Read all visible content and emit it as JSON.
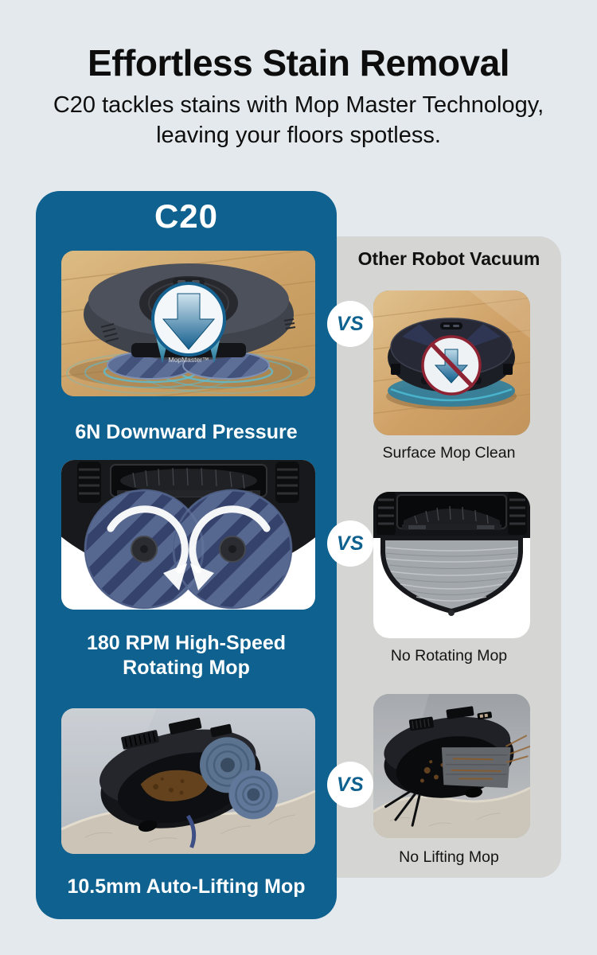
{
  "header": {
    "title": "Effortless Stain Removal",
    "subtitle": "C20 tackles stains with Mop Master Technology, leaving your floors spotless."
  },
  "left_panel": {
    "title": "C20",
    "product_label": "MopMaster™",
    "items": [
      {
        "caption": "6N Downward Pressure"
      },
      {
        "caption": "180 RPM High-Speed Rotating Mop"
      },
      {
        "caption": "10.5mm Auto-Lifting Mop"
      }
    ]
  },
  "right_panel": {
    "title": "Other Robot Vacuum",
    "items": [
      {
        "caption": "Surface Mop Clean"
      },
      {
        "caption": "No Rotating Mop"
      },
      {
        "caption": "No Lifting Mop"
      }
    ]
  },
  "vs_badges": [
    "VS",
    "VS",
    "VS"
  ],
  "colors": {
    "background": "#e3e9ec",
    "left_panel": "#0f618f",
    "right_panel": "#d5d5d3",
    "vs_text": "#0f618f",
    "left_caption": "#ffffff",
    "right_caption": "#141414"
  }
}
